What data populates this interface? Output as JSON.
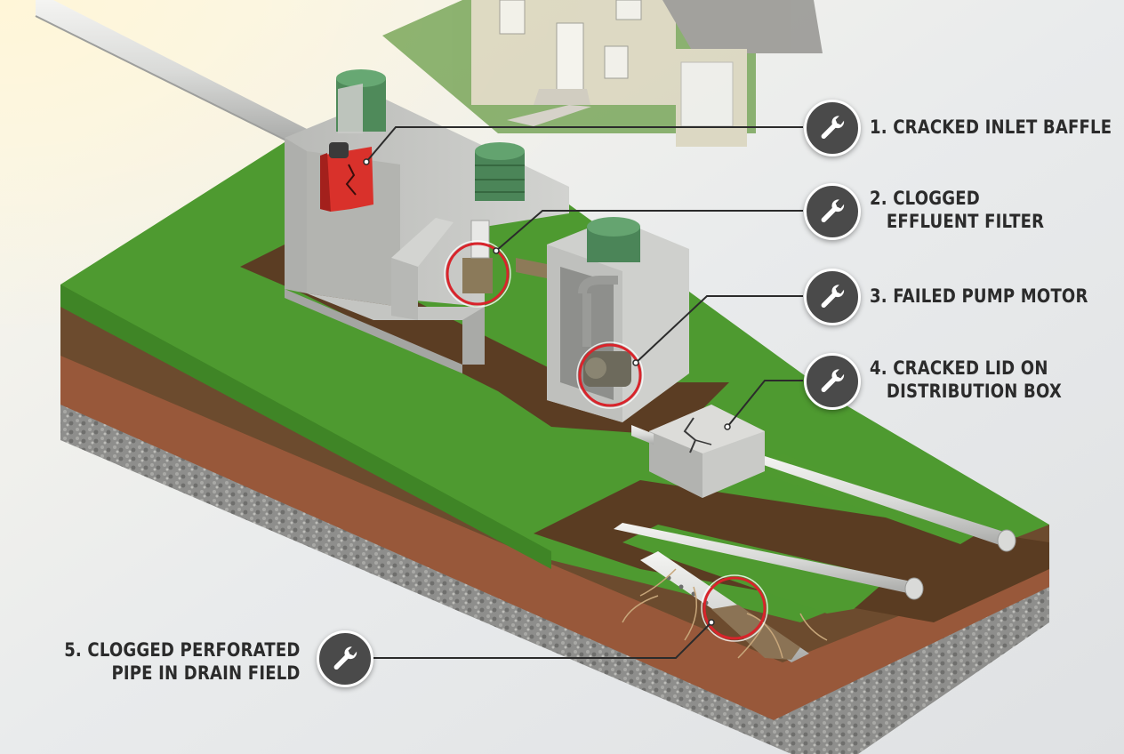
{
  "callouts": [
    {
      "id": "inlet-baffle",
      "lines": [
        "1. CRACKED INLET BAFFLE"
      ]
    },
    {
      "id": "effluent-filter",
      "lines": [
        "2. CLOGGED",
        "EFFLUENT FILTER"
      ]
    },
    {
      "id": "pump-motor",
      "lines": [
        "3. FAILED PUMP MOTOR"
      ]
    },
    {
      "id": "distribution-box",
      "lines": [
        "4. CRACKED LID ON",
        "DISTRIBUTION BOX"
      ]
    },
    {
      "id": "drain-field-pipe",
      "lines": [
        "5. CLOGGED PERFORATED",
        "PIPE IN DRAIN FIELD"
      ]
    }
  ],
  "icons": {
    "callout_badge": "wrench-icon"
  },
  "colors": {
    "badge_fill": "#4a4a4a",
    "badge_ring": "#ffffff",
    "highlight_ring": "#d8242b",
    "damaged_part": "#d9312b",
    "grass": "#4f9a2f",
    "topsoil": "#6b4a2f",
    "clay": "#9a5a36",
    "gravel": "#8d8d8d",
    "concrete": "#c8c9c6",
    "lid": "#4f8a5a",
    "leader_line": "#2b2b2b"
  }
}
